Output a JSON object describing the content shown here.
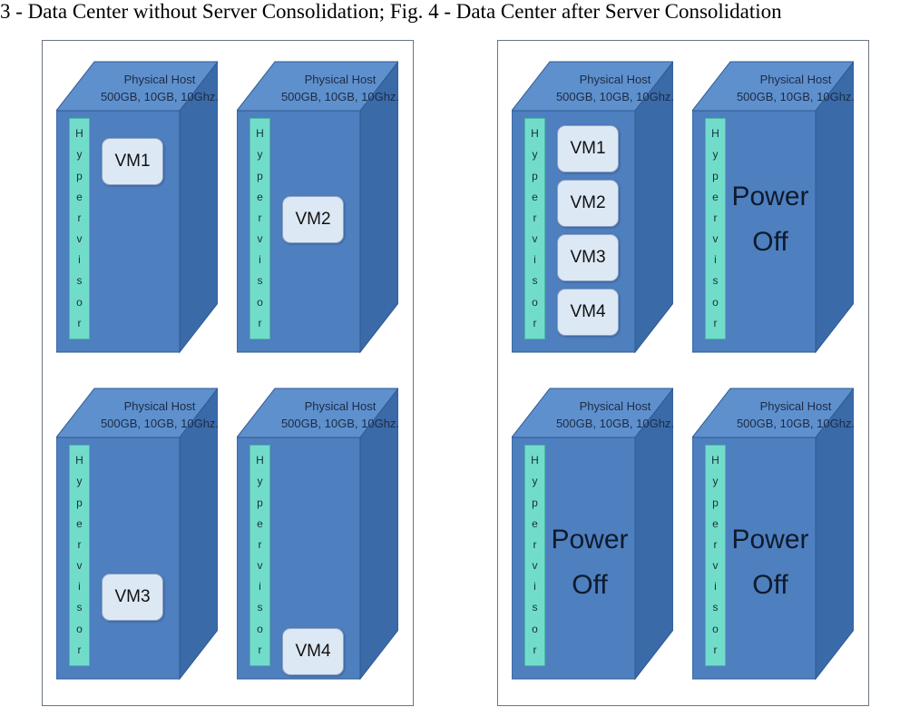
{
  "caption": "3 - Data Center without Server Consolidation; Fig. 4 - Data Center after Server Consolidation",
  "colors": {
    "front": "#4e7fbf",
    "top": "#5e90cd",
    "side": "#3a6aa8",
    "hypervisor": "#72dccb",
    "vm": "#dde8f5"
  },
  "hypervisor_letters": [
    "H",
    "y",
    "p",
    "e",
    "r",
    "v",
    "i",
    "s",
    "o",
    "r"
  ],
  "figures": [
    {
      "hosts": [
        {
          "label_line1": "Physical Host",
          "label_line2": "500GB, 10GB, 10Ghz.",
          "vms": [
            "VM1"
          ]
        },
        {
          "label_line1": "Physical Host",
          "label_line2": "500GB, 10GB, 10Ghz.",
          "vms": [
            "VM2"
          ]
        },
        {
          "label_line1": "Physical Host",
          "label_line2": "500GB, 10GB, 10Ghz.",
          "vms": [
            "VM3"
          ]
        },
        {
          "label_line1": "Physical Host",
          "label_line2": "500GB, 10GB, 10Ghz.",
          "vms": [
            "VM4"
          ]
        }
      ]
    },
    {
      "hosts": [
        {
          "label_line1": "Physical Host",
          "label_line2": "500GB, 10GB, 10Ghz.",
          "vms": [
            "VM1",
            "VM2",
            "VM3",
            "VM4"
          ]
        },
        {
          "label_line1": "Physical Host",
          "label_line2": "500GB, 10GB, 10Ghz.",
          "power_line1": "Power",
          "power_line2": "Off"
        },
        {
          "label_line1": "Physical Host",
          "label_line2": "500GB, 10GB, 10Ghz.",
          "power_line1": "Power",
          "power_line2": "Off"
        },
        {
          "label_line1": "Physical Host",
          "label_line2": "500GB, 10GB, 10Ghz.",
          "power_line1": "Power",
          "power_line2": "Off"
        }
      ]
    }
  ]
}
